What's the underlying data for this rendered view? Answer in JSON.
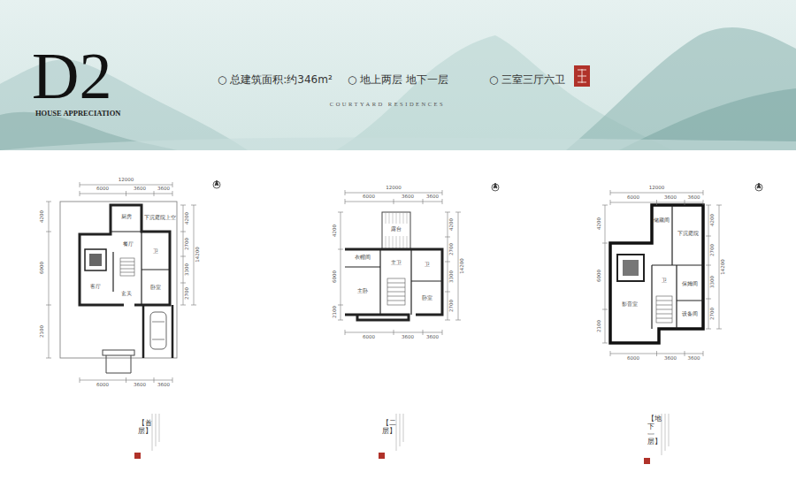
{
  "diagram": {
    "title": "D2",
    "labels": [
      "○ 总建筑面积:约346m²",
      "○ 地上两层 地下一层",
      "○ 三室三厅六卫",
      "HOUSE APPRECIATION",
      "COURTYARD RESIDENCES",
      "12000",
      "6000",
      "3600",
      "3600",
      "4200",
      "6000",
      "2100",
      "4200",
      "2700",
      "14200",
      "3300",
      "2700",
      "6000",
      "3600",
      "3600",
      "12000",
      "6000",
      "3600",
      "3600",
      "4200",
      "6000",
      "2100",
      "4200",
      "2700",
      "14200",
      "3300",
      "2700",
      "6000",
      "3600",
      "3600",
      "12000",
      "6000",
      "3600",
      "3600",
      "4200",
      "6000",
      "2100",
      "4200",
      "2700",
      "14200",
      "3300",
      "2700",
      "6000",
      "3600",
      "3600",
      "厨房",
      "下沉庭院上空",
      "餐厅",
      "客厅",
      "玄关",
      "卫",
      "卧室",
      "露台",
      "衣帽间",
      "主卧",
      "主卫",
      "卫",
      "卧室",
      "储藏间",
      "下沉庭院",
      "卫",
      "保姆间",
      "设备间",
      "影音室",
      "【首层】",
      "【二层】",
      "【地下一层】"
    ]
  }
}
